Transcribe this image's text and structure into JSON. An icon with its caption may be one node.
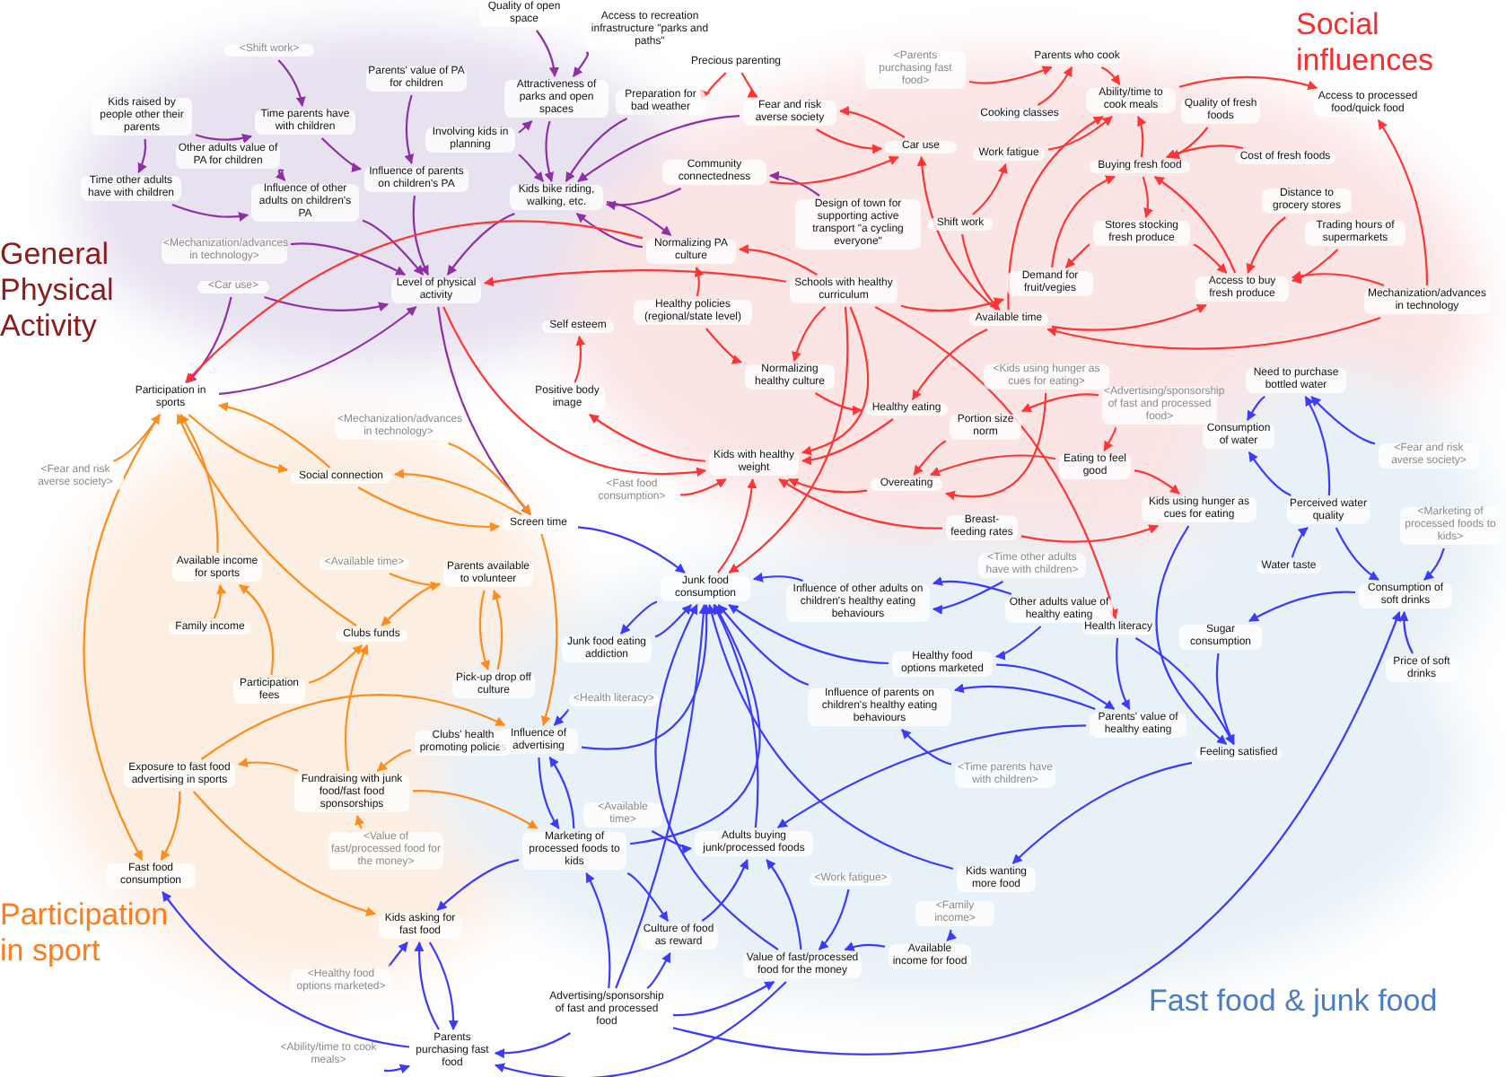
{
  "diagram": {
    "nodes": [
      {
        "text": [
          "<Shift work>"
        ]
      },
      {
        "text": [
          "Kids raised by people other their parents"
        ]
      },
      {
        "text": [
          "Time parents have with children"
        ]
      },
      {
        "text": [
          "Parents' value of PA for children"
        ]
      },
      {
        "text": [
          "Other adults value of PA for children"
        ]
      },
      {
        "text": [
          "Time other adults have with children"
        ]
      },
      {
        "text": [
          "Influence of other adults on children's PA"
        ]
      },
      {
        "text": [
          "Influence of parents on children's PA"
        ]
      },
      {
        "text": [
          "Quality of open space"
        ]
      },
      {
        "text": [
          "Access to recreation infrastructure \"parks and paths\""
        ]
      },
      {
        "text": [
          "Attractiveness of parks and open spaces"
        ]
      },
      {
        "text": [
          "Involving kids in planning"
        ]
      },
      {
        "text": [
          "Preparation for bad weather"
        ]
      },
      {
        "text": [
          "Kids bike riding, walking, etc."
        ]
      },
      {
        "text": [
          "<Mechanization/advances in technology>"
        ]
      },
      {
        "text": [
          "<Car use>"
        ]
      },
      {
        "text": [
          "Level of physical activity"
        ]
      },
      {
        "text": [
          "Participation in sports"
        ]
      },
      {
        "text": [
          "Precious parenting"
        ]
      },
      {
        "text": [
          "Fear and risk averse society"
        ]
      },
      {
        "text": [
          "Car use"
        ]
      },
      {
        "text": [
          "Community connectedness"
        ]
      },
      {
        "text": [
          "Design of town for supporting active transport \"a cycling everyone\""
        ]
      },
      {
        "text": [
          "Normalizing PA culture"
        ]
      },
      {
        "text": [
          "<Parents purchasing fast food>"
        ]
      },
      {
        "text": [
          "Parents who cook"
        ]
      },
      {
        "text": [
          "Cooking classes"
        ]
      },
      {
        "text": [
          "Work fatigue"
        ]
      },
      {
        "text": [
          "Shift work"
        ]
      },
      {
        "text": [
          "Available time"
        ]
      },
      {
        "text": [
          "Schools with healthy curriculum"
        ]
      },
      {
        "text": [
          "Ability/time to cook meals"
        ]
      },
      {
        "text": [
          "Quality of fresh foods"
        ]
      },
      {
        "text": [
          "Access to processed food/quick food"
        ]
      },
      {
        "text": [
          "Buying fresh food"
        ]
      },
      {
        "text": [
          "Cost of fresh foods"
        ]
      },
      {
        "text": [
          "Stores stocking fresh produce"
        ]
      },
      {
        "text": [
          "Distance to grocery stores"
        ]
      },
      {
        "text": [
          "Trading hours of supermarkets"
        ]
      },
      {
        "text": [
          "Demand for fruit/vegies"
        ]
      },
      {
        "text": [
          "Access to buy fresh produce"
        ]
      },
      {
        "text": [
          "Mechanization/advances in technology"
        ]
      },
      {
        "text": [
          "Healthy policies (regional/state level)"
        ]
      },
      {
        "text": [
          "Self esteem"
        ]
      },
      {
        "text": [
          "Positive body image"
        ]
      },
      {
        "text": [
          "Normalizing healthy culture"
        ]
      },
      {
        "text": [
          "Healthy eating"
        ]
      },
      {
        "text": [
          "<Kids using hunger as cues for eating>"
        ]
      },
      {
        "text": [
          "<Advertising/sponsorship of fast and processed food>"
        ]
      },
      {
        "text": [
          "Portion size norm"
        ]
      },
      {
        "text": [
          "Kids with healthy weight"
        ]
      },
      {
        "text": [
          "Eating to feel good"
        ]
      },
      {
        "text": [
          "Overeating"
        ]
      },
      {
        "text": [
          "Kids using hunger as cues for eating"
        ]
      },
      {
        "text": [
          "Breast-feeding rates"
        ]
      },
      {
        "text": [
          "<Fast food consumption>"
        ]
      },
      {
        "text": [
          "<Fear and risk averse society>"
        ]
      },
      {
        "text": [
          "<Mechanization/advances in technology>"
        ]
      },
      {
        "text": [
          "Social connection"
        ]
      },
      {
        "text": [
          "Screen time"
        ]
      },
      {
        "text": [
          "<Available time>"
        ]
      },
      {
        "text": [
          "Parents available to volunteer"
        ]
      },
      {
        "text": [
          "Available income for sports"
        ]
      },
      {
        "text": [
          "Family income"
        ]
      },
      {
        "text": [
          "Clubs funds"
        ]
      },
      {
        "text": [
          "Participation fees"
        ]
      },
      {
        "text": [
          "Pick-up drop off culture"
        ]
      },
      {
        "text": [
          "Clubs' health promoting policies"
        ]
      },
      {
        "text": [
          "Fundraising with junk food/fast food sponsorships"
        ]
      },
      {
        "text": [
          "Exposure to fast food advertising in sports"
        ]
      },
      {
        "text": [
          "<Value of fast/processed food for the money>"
        ]
      },
      {
        "text": [
          "Fast food consumption"
        ]
      },
      {
        "text": [
          "<Time other adults have with children>"
        ]
      },
      {
        "text": [
          "Junk food consumption"
        ]
      },
      {
        "text": [
          "Influence of other adults on children's healthy eating behaviours"
        ]
      },
      {
        "text": [
          "Other adults value of healthy eating"
        ]
      },
      {
        "text": [
          "Junk food eating addiction"
        ]
      },
      {
        "text": [
          "Healthy food options marketed"
        ]
      },
      {
        "text": [
          "Health literacy"
        ]
      },
      {
        "text": [
          "<Health literacy>"
        ]
      },
      {
        "text": [
          "Influence of parents on children's healthy eating behaviours"
        ]
      },
      {
        "text": [
          "Parents' value of healthy eating"
        ]
      },
      {
        "text": [
          "<Time parents have with children>"
        ]
      },
      {
        "text": [
          "Feeling satisfied"
        ]
      },
      {
        "text": [
          "Influence of advertising"
        ]
      },
      {
        "text": [
          "<Available time>"
        ]
      },
      {
        "text": [
          "Adults buying junk/processed foods"
        ]
      },
      {
        "text": [
          "Marketing of processed foods to kids"
        ]
      },
      {
        "text": [
          "Kids wanting more food"
        ]
      },
      {
        "text": [
          "<Work fatigue>"
        ]
      },
      {
        "text": [
          "Kids asking for fast food"
        ]
      },
      {
        "text": [
          "Culture of food as reward"
        ]
      },
      {
        "text": [
          "<Family income>"
        ]
      },
      {
        "text": [
          "Value of fast/processed food for the money"
        ]
      },
      {
        "text": [
          "Available income for food"
        ]
      },
      {
        "text": [
          "<Healthy food options marketed>"
        ]
      },
      {
        "text": [
          "Advertising/sponsorship of fast and processed food"
        ]
      },
      {
        "text": [
          "<Ability/time to cook meals>"
        ]
      },
      {
        "text": [
          "Parents purchasing fast food"
        ]
      },
      {
        "text": [
          "Need to purchase bottled water"
        ]
      },
      {
        "text": [
          "Consumption of water"
        ]
      },
      {
        "text": [
          "<Fear and risk averse society>"
        ]
      },
      {
        "text": [
          "Perceived water quality"
        ]
      },
      {
        "text": [
          "<Marketing of processed foods to kids>"
        ]
      },
      {
        "text": [
          "Water taste"
        ]
      },
      {
        "text": [
          "Consumption of soft drinks"
        ]
      },
      {
        "text": [
          "Sugar consumption"
        ]
      },
      {
        "text": [
          "Price of soft drinks"
        ]
      }
    ],
    "edges": [
      {
        "from": 0,
        "to": 2,
        "arrow": "to",
        "color": "#8e2fa6"
      },
      {
        "from": 1,
        "to": 2,
        "arrow": "to",
        "color": "#8e2fa6"
      },
      {
        "from": 1,
        "to": 5,
        "arrow": "to",
        "color": "#8e2fa6"
      },
      {
        "from": 2,
        "to": 7,
        "arrow": "to",
        "color": "#8e2fa6"
      },
      {
        "from": 3,
        "to": 7,
        "arrow": "to",
        "color": "#8e2fa6"
      },
      {
        "from": 4,
        "to": 6,
        "arrow": "to",
        "color": "#8e2fa6"
      },
      {
        "from": 5,
        "to": 6,
        "arrow": "to",
        "color": "#8e2fa6"
      },
      {
        "from": 6,
        "to": 16,
        "arrow": "to",
        "color": "#8e2fa6"
      },
      {
        "from": 7,
        "to": 16,
        "arrow": "to",
        "color": "#8e2fa6"
      },
      {
        "from": 8,
        "to": 10,
        "arrow": "to",
        "color": "#8e2fa6"
      },
      {
        "from": 9,
        "to": 10,
        "arrow": "to",
        "color": "#8e2fa6"
      },
      {
        "from": 11,
        "to": 10,
        "arrow": "to",
        "color": "#8e2fa6"
      },
      {
        "from": 11,
        "to": 13,
        "arrow": "to",
        "color": "#8e2fa6"
      },
      {
        "from": 10,
        "to": 13,
        "arrow": "to",
        "color": "#8e2fa6"
      },
      {
        "from": 12,
        "to": 13,
        "arrow": "to",
        "color": "#8e2fa6"
      },
      {
        "from": 19,
        "to": 13,
        "arrow": "to",
        "color": "#8e2fa6"
      },
      {
        "from": 21,
        "to": 13,
        "arrow": "to",
        "color": "#8e2fa6"
      },
      {
        "from": 22,
        "to": 21,
        "arrow": "to",
        "color": "#8e2fa6"
      },
      {
        "from": 13,
        "to": 23,
        "arrow": "to",
        "color": "#8e2fa6"
      },
      {
        "from": 23,
        "to": 13,
        "arrow": "to",
        "color": "#8e2fa6"
      },
      {
        "from": 13,
        "to": 16,
        "arrow": "to",
        "color": "#8e2fa6"
      },
      {
        "from": 14,
        "to": 16,
        "arrow": "to",
        "color": "#8e2fa6"
      },
      {
        "from": 15,
        "to": 16,
        "arrow": "to",
        "color": "#8e2fa6"
      },
      {
        "from": 15,
        "to": 17,
        "arrow": "to",
        "color": "#8e2fa6"
      },
      {
        "from": 17,
        "to": 16,
        "arrow": "to",
        "color": "#8e2fa6"
      },
      {
        "from": 16,
        "to": 59,
        "arrow": "to",
        "color": "#8e2fa6"
      },
      {
        "from": 18,
        "to": 12,
        "arrow": "to",
        "color": "#ff3535"
      },
      {
        "from": 18,
        "to": 19,
        "arrow": "to",
        "color": "#ff3535"
      },
      {
        "from": 19,
        "to": 20,
        "arrow": "to",
        "color": "#ff3535"
      },
      {
        "from": 20,
        "to": 19,
        "arrow": "to",
        "color": "#ff3535"
      },
      {
        "from": 21,
        "to": 20,
        "arrow": "to",
        "color": "#ff3535"
      },
      {
        "from": 29,
        "to": 20,
        "arrow": "to",
        "color": "#ff3535"
      },
      {
        "from": 24,
        "to": 25,
        "arrow": "to",
        "color": "#ff3535"
      },
      {
        "from": 26,
        "to": 25,
        "arrow": "to",
        "color": "#ff3535"
      },
      {
        "from": 25,
        "to": 31,
        "arrow": "to",
        "color": "#ff3535"
      },
      {
        "from": 27,
        "to": 31,
        "arrow": "to",
        "color": "#ff3535"
      },
      {
        "from": 28,
        "to": 27,
        "arrow": "to",
        "color": "#ff3535"
      },
      {
        "from": 28,
        "to": 29,
        "arrow": "to",
        "color": "#ff3535"
      },
      {
        "from": 29,
        "to": 31,
        "arrow": "to",
        "color": "#ff3535"
      },
      {
        "from": 32,
        "to": 34,
        "arrow": "to",
        "color": "#ff3535"
      },
      {
        "from": 35,
        "to": 34,
        "arrow": "to",
        "color": "#ff3535"
      },
      {
        "from": 34,
        "to": 31,
        "arrow": "to",
        "color": "#ff3535"
      },
      {
        "from": 34,
        "to": 36,
        "arrow": "to",
        "color": "#ff3535"
      },
      {
        "from": 36,
        "to": 39,
        "arrow": "to",
        "color": "#ff3535"
      },
      {
        "from": 36,
        "to": 40,
        "arrow": "to",
        "color": "#ff3535"
      },
      {
        "from": 39,
        "to": 34,
        "arrow": "to",
        "color": "#ff3535"
      },
      {
        "from": 37,
        "to": 40,
        "arrow": "to",
        "color": "#ff3535"
      },
      {
        "from": 38,
        "to": 40,
        "arrow": "to",
        "color": "#ff3535"
      },
      {
        "from": 41,
        "to": 40,
        "arrow": "to",
        "color": "#ff3535"
      },
      {
        "from": 41,
        "to": 33,
        "arrow": "to",
        "color": "#ff3535"
      },
      {
        "from": 31,
        "to": 33,
        "arrow": "to",
        "color": "#ff3535"
      },
      {
        "from": 40,
        "to": 34,
        "arrow": "to",
        "color": "#ff3535"
      },
      {
        "from": 29,
        "to": 40,
        "arrow": "to",
        "color": "#ff3535"
      },
      {
        "from": 41,
        "to": 29,
        "arrow": "to",
        "color": "#ff3535"
      },
      {
        "from": 30,
        "to": 23,
        "arrow": "to",
        "color": "#ff3535"
      },
      {
        "from": 30,
        "to": 45,
        "arrow": "to",
        "color": "#ff3535"
      },
      {
        "from": 30,
        "to": 50,
        "arrow": "to",
        "color": "#ff3535"
      },
      {
        "from": 30,
        "to": 39,
        "arrow": "to",
        "color": "#ff3535"
      },
      {
        "from": 42,
        "to": 23,
        "arrow": "to",
        "color": "#ff3535"
      },
      {
        "from": 42,
        "to": 45,
        "arrow": "to",
        "color": "#ff3535"
      },
      {
        "from": 45,
        "to": 46,
        "arrow": "to",
        "color": "#ff3535"
      },
      {
        "from": 46,
        "to": 50,
        "arrow": "to",
        "color": "#ff3535"
      },
      {
        "from": 44,
        "to": 43,
        "arrow": "to",
        "color": "#ff3535"
      },
      {
        "from": 50,
        "to": 44,
        "arrow": "to",
        "color": "#ff3535"
      },
      {
        "from": 30,
        "to": 16,
        "arrow": "to",
        "color": "#ff3535"
      },
      {
        "from": 23,
        "to": 17,
        "arrow": "to",
        "color": "#ff3535"
      },
      {
        "from": 16,
        "to": 50,
        "arrow": "to",
        "color": "#ff3535"
      },
      {
        "from": 49,
        "to": 52,
        "arrow": "to",
        "color": "#ff3535"
      },
      {
        "from": 47,
        "to": 52,
        "arrow": "to",
        "color": "#ff3535"
      },
      {
        "from": 48,
        "to": 49,
        "arrow": "to",
        "color": "#ff3535"
      },
      {
        "from": 48,
        "to": 51,
        "arrow": "to",
        "color": "#ff3535"
      },
      {
        "from": 51,
        "to": 52,
        "arrow": "to",
        "color": "#ff3535"
      },
      {
        "from": 51,
        "to": 53,
        "arrow": "to",
        "color": "#ff3535"
      },
      {
        "from": 54,
        "to": 53,
        "arrow": "to",
        "color": "#ff3535"
      },
      {
        "from": 52,
        "to": 50,
        "arrow": "to",
        "color": "#ff3535"
      },
      {
        "from": 54,
        "to": 50,
        "arrow": "to",
        "color": "#ff3535"
      },
      {
        "from": 55,
        "to": 50,
        "arrow": "to",
        "color": "#ff3535"
      },
      {
        "from": 30,
        "to": 73,
        "arrow": "to",
        "color": "#ff3535"
      },
      {
        "from": 30,
        "to": 78,
        "arrow": "to",
        "color": "#ff3535"
      },
      {
        "from": 73,
        "to": 50,
        "arrow": "to",
        "color": "#ff3535"
      },
      {
        "from": 29,
        "to": 46,
        "arrow": "to",
        "color": "#ff3535"
      },
      {
        "from": 56,
        "to": 17,
        "arrow": "to",
        "color": "#ff8c1a"
      },
      {
        "from": 58,
        "to": 17,
        "arrow": "to",
        "color": "#ff8c1a"
      },
      {
        "from": 17,
        "to": 58,
        "arrow": "to",
        "color": "#ff8c1a"
      },
      {
        "from": 59,
        "to": 58,
        "arrow": "to",
        "color": "#ff8c1a"
      },
      {
        "from": 58,
        "to": 59,
        "arrow": "to",
        "color": "#ff8c1a"
      },
      {
        "from": 57,
        "to": 59,
        "arrow": "to",
        "color": "#ff8c1a"
      },
      {
        "from": 60,
        "to": 61,
        "arrow": "to",
        "color": "#ff8c1a"
      },
      {
        "from": 61,
        "to": 64,
        "arrow": "to",
        "color": "#ff8c1a"
      },
      {
        "from": 61,
        "to": 66,
        "arrow": "to",
        "color": "#ff8c1a"
      },
      {
        "from": 66,
        "to": 61,
        "arrow": "to",
        "color": "#ff8c1a"
      },
      {
        "from": 62,
        "to": 17,
        "arrow": "to",
        "color": "#ff8c1a"
      },
      {
        "from": 63,
        "to": 62,
        "arrow": "to",
        "color": "#ff8c1a"
      },
      {
        "from": 64,
        "to": 17,
        "arrow": "to",
        "color": "#ff8c1a"
      },
      {
        "from": 65,
        "to": 62,
        "arrow": "to",
        "color": "#ff8c1a"
      },
      {
        "from": 65,
        "to": 64,
        "arrow": "to",
        "color": "#ff8c1a"
      },
      {
        "from": 68,
        "to": 64,
        "arrow": "to",
        "color": "#ff8c1a"
      },
      {
        "from": 68,
        "to": 69,
        "arrow": "to",
        "color": "#ff8c1a"
      },
      {
        "from": 67,
        "to": 68,
        "arrow": "to",
        "color": "#ff8c1a"
      },
      {
        "from": 70,
        "to": 68,
        "arrow": "to",
        "color": "#ff8c1a"
      },
      {
        "from": 17,
        "to": 71,
        "arrow": "to",
        "color": "#ff8c1a"
      },
      {
        "from": 69,
        "to": 71,
        "arrow": "to",
        "color": "#ff8c1a"
      },
      {
        "from": 69,
        "to": 90,
        "arrow": "to",
        "color": "#ff8c1a"
      },
      {
        "from": 68,
        "to": 87,
        "arrow": "to",
        "color": "#ff8c1a"
      },
      {
        "from": 69,
        "to": 84,
        "arrow": "to",
        "color": "#ff8c1a"
      },
      {
        "from": 59,
        "to": 84,
        "arrow": "to",
        "color": "#ff8c1a"
      },
      {
        "from": 59,
        "to": 73,
        "arrow": "to",
        "color": "#3b3bff"
      },
      {
        "from": 76,
        "to": 73,
        "arrow": "to",
        "color": "#3b3bff"
      },
      {
        "from": 73,
        "to": 76,
        "arrow": "to",
        "color": "#3b3bff"
      },
      {
        "from": 74,
        "to": 73,
        "arrow": "to",
        "color": "#3b3bff"
      },
      {
        "from": 72,
        "to": 74,
        "arrow": "to",
        "color": "#3b3bff"
      },
      {
        "from": 75,
        "to": 74,
        "arrow": "to",
        "color": "#3b3bff"
      },
      {
        "from": 75,
        "to": 77,
        "arrow": "to",
        "color": "#3b3bff"
      },
      {
        "from": 77,
        "to": 73,
        "arrow": "to",
        "color": "#3b3bff"
      },
      {
        "from": 80,
        "to": 73,
        "arrow": "to",
        "color": "#3b3bff"
      },
      {
        "from": 81,
        "to": 80,
        "arrow": "to",
        "color": "#3b3bff"
      },
      {
        "from": 82,
        "to": 80,
        "arrow": "to",
        "color": "#3b3bff"
      },
      {
        "from": 78,
        "to": 81,
        "arrow": "to",
        "color": "#3b3bff"
      },
      {
        "from": 78,
        "to": 83,
        "arrow": "to",
        "color": "#3b3bff"
      },
      {
        "from": 86,
        "to": 73,
        "arrow": "to",
        "color": "#3b3bff"
      },
      {
        "from": 84,
        "to": 73,
        "arrow": "to",
        "color": "#3b3bff"
      },
      {
        "from": 87,
        "to": 73,
        "arrow": "to",
        "color": "#3b3bff"
      },
      {
        "from": 93,
        "to": 73,
        "arrow": "to",
        "color": "#3b3bff"
      },
      {
        "from": 96,
        "to": 73,
        "arrow": "to",
        "color": "#3b3bff"
      },
      {
        "from": 79,
        "to": 84,
        "arrow": "to",
        "color": "#3b3bff"
      },
      {
        "from": 84,
        "to": 87,
        "arrow": "to",
        "color": "#3b3bff"
      },
      {
        "from": 87,
        "to": 84,
        "arrow": "to",
        "color": "#3b3bff"
      },
      {
        "from": 87,
        "to": 90,
        "arrow": "to",
        "color": "#3b3bff"
      },
      {
        "from": 87,
        "to": 91,
        "arrow": "to",
        "color": "#3b3bff"
      },
      {
        "from": 91,
        "to": 86,
        "arrow": "to",
        "color": "#3b3bff"
      },
      {
        "from": 85,
        "to": 86,
        "arrow": "to",
        "color": "#3b3bff"
      },
      {
        "from": 93,
        "to": 86,
        "arrow": "to",
        "color": "#3b3bff"
      },
      {
        "from": 89,
        "to": 93,
        "arrow": "to",
        "color": "#3b3bff"
      },
      {
        "from": 92,
        "to": 94,
        "arrow": "to",
        "color": "#3b3bff"
      },
      {
        "from": 94,
        "to": 93,
        "arrow": "to",
        "color": "#3b3bff"
      },
      {
        "from": 96,
        "to": 91,
        "arrow": "to",
        "color": "#3b3bff"
      },
      {
        "from": 96,
        "to": 87,
        "arrow": "to",
        "color": "#3b3bff"
      },
      {
        "from": 96,
        "to": 93,
        "arrow": "to",
        "color": "#3b3bff"
      },
      {
        "from": 96,
        "to": 98,
        "arrow": "to",
        "color": "#3b3bff"
      },
      {
        "from": 93,
        "to": 98,
        "arrow": "to",
        "color": "#3b3bff"
      },
      {
        "from": 90,
        "to": 98,
        "arrow": "to",
        "color": "#3b3bff"
      },
      {
        "from": 98,
        "to": 90,
        "arrow": "to",
        "color": "#3b3bff"
      },
      {
        "from": 95,
        "to": 90,
        "arrow": "to",
        "color": "#3b3bff"
      },
      {
        "from": 97,
        "to": 98,
        "arrow": "to",
        "color": "#3b3bff"
      },
      {
        "from": 98,
        "to": 71,
        "arrow": "to",
        "color": "#3b3bff"
      },
      {
        "from": 83,
        "to": 88,
        "arrow": "to",
        "color": "#3b3bff"
      },
      {
        "from": 88,
        "to": 73,
        "arrow": "to",
        "color": "#3b3bff"
      },
      {
        "from": 81,
        "to": 86,
        "arrow": "to",
        "color": "#3b3bff"
      },
      {
        "from": 96,
        "to": 105,
        "arrow": "to",
        "color": "#3b3bff"
      },
      {
        "from": 99,
        "to": 100,
        "arrow": "to",
        "color": "#3b3bff"
      },
      {
        "from": 101,
        "to": 99,
        "arrow": "to",
        "color": "#3b3bff"
      },
      {
        "from": 102,
        "to": 99,
        "arrow": "to",
        "color": "#3b3bff"
      },
      {
        "from": 102,
        "to": 100,
        "arrow": "to",
        "color": "#3b3bff"
      },
      {
        "from": 104,
        "to": 102,
        "arrow": "to",
        "color": "#3b3bff"
      },
      {
        "from": 102,
        "to": 105,
        "arrow": "to",
        "color": "#3b3bff"
      },
      {
        "from": 103,
        "to": 105,
        "arrow": "to",
        "color": "#3b3bff"
      },
      {
        "from": 107,
        "to": 105,
        "arrow": "to",
        "color": "#3b3bff"
      },
      {
        "from": 105,
        "to": 106,
        "arrow": "to",
        "color": "#3b3bff"
      },
      {
        "from": 106,
        "to": 83,
        "arrow": "to",
        "color": "#3b3bff"
      },
      {
        "from": 53,
        "to": 83,
        "arrow": "to",
        "color": "#3b3bff"
      },
      {
        "from": 77,
        "to": 81,
        "arrow": "to",
        "color": "#3b3bff"
      }
    ],
    "labels": [
      "General Physical Activity",
      "Social influences",
      "Participation in sport",
      "Fast food & junk food"
    ]
  }
}
